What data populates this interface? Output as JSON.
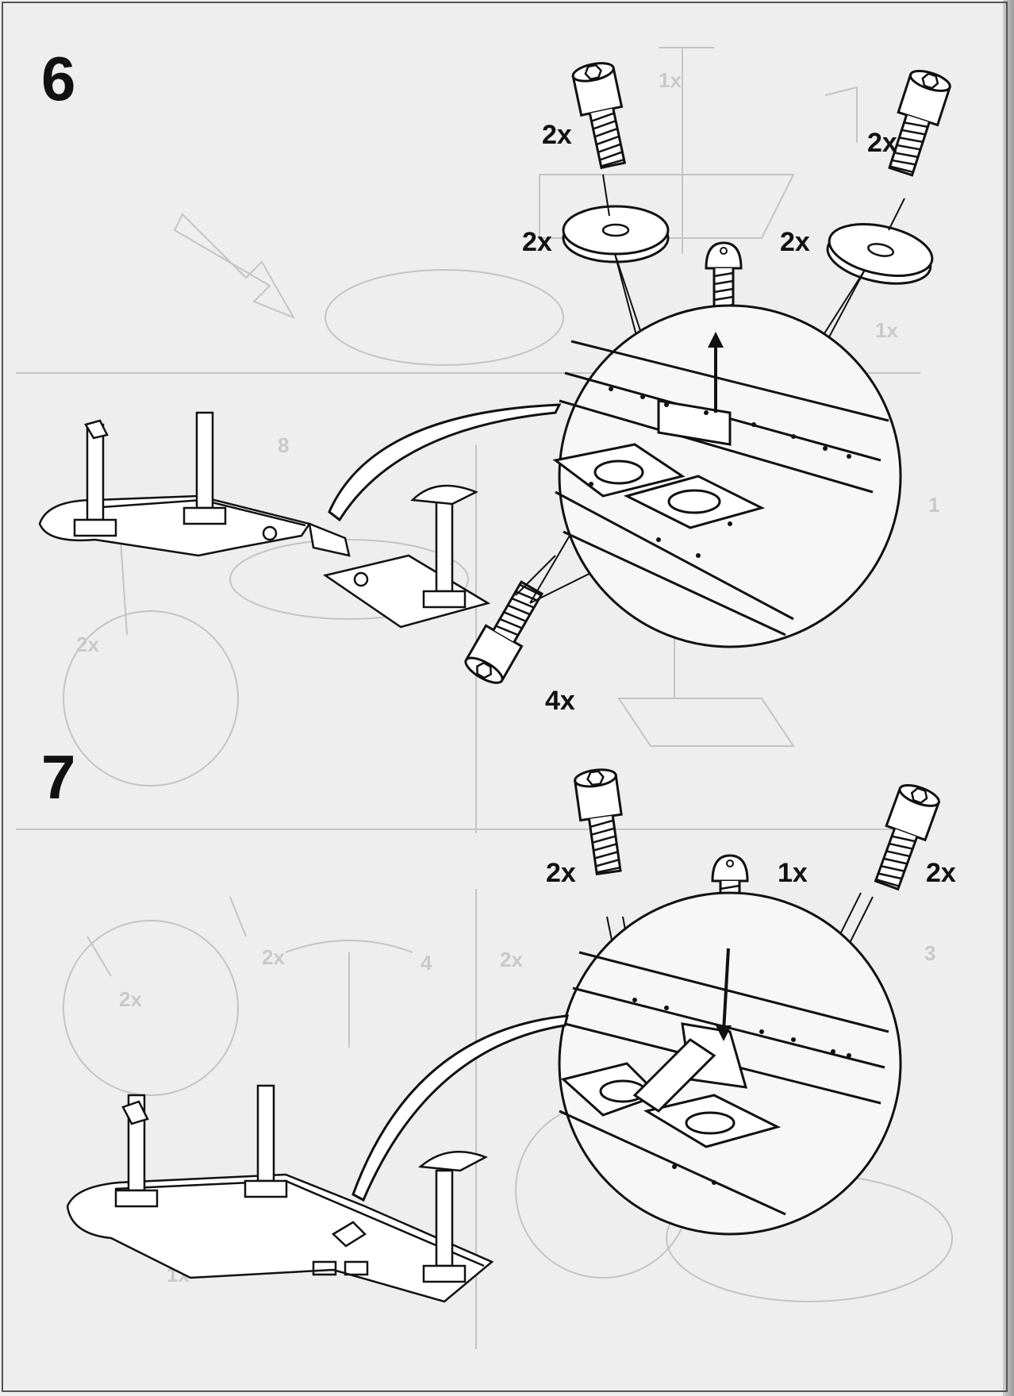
{
  "steps": [
    {
      "number": "6",
      "labels": {
        "screw_left": "2x",
        "washer_left": "2x",
        "washer_right": "2x",
        "screw_right": "2x",
        "screw_bottom": "4x"
      }
    },
    {
      "number": "7",
      "labels": {
        "screw_left": "2x",
        "bolt_center": "1x",
        "screw_right": "2x"
      }
    }
  ],
  "colors": {
    "ink": "#111111",
    "ghost": "#c4c4c4",
    "paper": "#eeeeee"
  },
  "icons": [
    "hex-socket-screw-icon",
    "washer-icon",
    "button-head-bolt-icon",
    "arrow-up-icon",
    "arrow-down-icon",
    "desk-frame-icon",
    "magnifier-callout-icon"
  ]
}
